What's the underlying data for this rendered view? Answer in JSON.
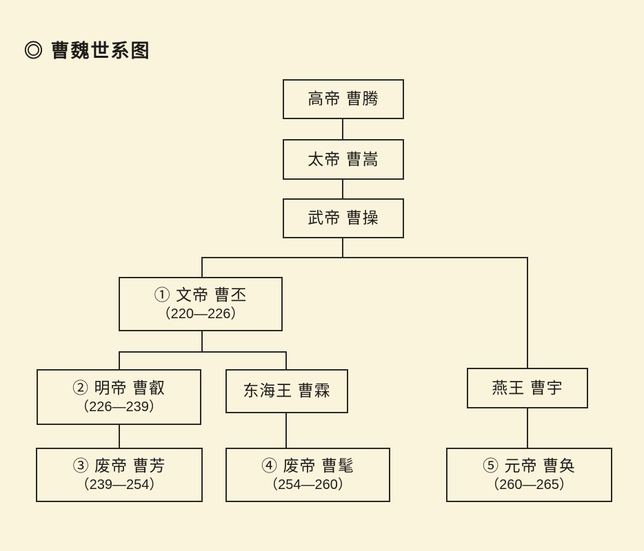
{
  "title": "◎ 曹魏世系图",
  "colors": {
    "background": "#FAF4DD",
    "line": "#2B2824",
    "text": "#1E1C18"
  },
  "nodes": [
    {
      "id": "gaodi",
      "name": "高帝 曹腾",
      "years": ""
    },
    {
      "id": "taidi",
      "name": "太帝 曹嵩",
      "years": ""
    },
    {
      "id": "wudi",
      "name": "武帝 曹操",
      "years": ""
    },
    {
      "id": "wendi",
      "name": "① 文帝 曹丕",
      "years": "（220—226）"
    },
    {
      "id": "mingdi",
      "name": "② 明帝 曹叡",
      "years": "（226—239）"
    },
    {
      "id": "donghaiwang",
      "name": "东海王 曹霖",
      "years": ""
    },
    {
      "id": "yanwang",
      "name": "燕王 曹宇",
      "years": ""
    },
    {
      "id": "feidi-caofang",
      "name": "③ 废帝 曹芳",
      "years": "（239—254）"
    },
    {
      "id": "feidi-caomao",
      "name": "④ 废帝 曹髦",
      "years": "（254—260）"
    },
    {
      "id": "yuandi",
      "name": "⑤ 元帝 曹奂",
      "years": "（260—265）"
    }
  ]
}
